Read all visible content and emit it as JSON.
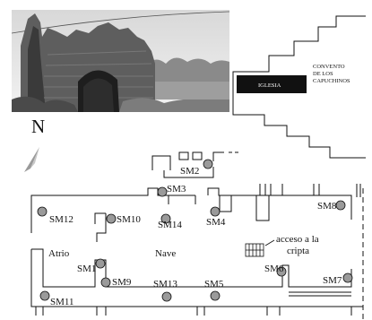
{
  "photo": {
    "description_icon": "ruined-stone-church-photo"
  },
  "north": {
    "label": "N"
  },
  "site_plan": {
    "church_label": "IGLESIA",
    "convent_label_lines": [
      "CONVENTO",
      "DE LOS",
      "CAPUCHINOS"
    ]
  },
  "floor_plan": {
    "area_labels": {
      "atrio": "Atrio",
      "nave": "Nave",
      "crypt_lines": [
        "acceso a la",
        "cripta"
      ]
    },
    "sampling_points": [
      {
        "id": "SM1"
      },
      {
        "id": "SM2"
      },
      {
        "id": "SM3"
      },
      {
        "id": "SM4"
      },
      {
        "id": "SM5"
      },
      {
        "id": "SM6"
      },
      {
        "id": "SM7"
      },
      {
        "id": "SM8"
      },
      {
        "id": "SM9"
      },
      {
        "id": "SM10"
      },
      {
        "id": "SM11"
      },
      {
        "id": "SM12"
      },
      {
        "id": "SM13"
      },
      {
        "id": "SM14"
      }
    ]
  }
}
